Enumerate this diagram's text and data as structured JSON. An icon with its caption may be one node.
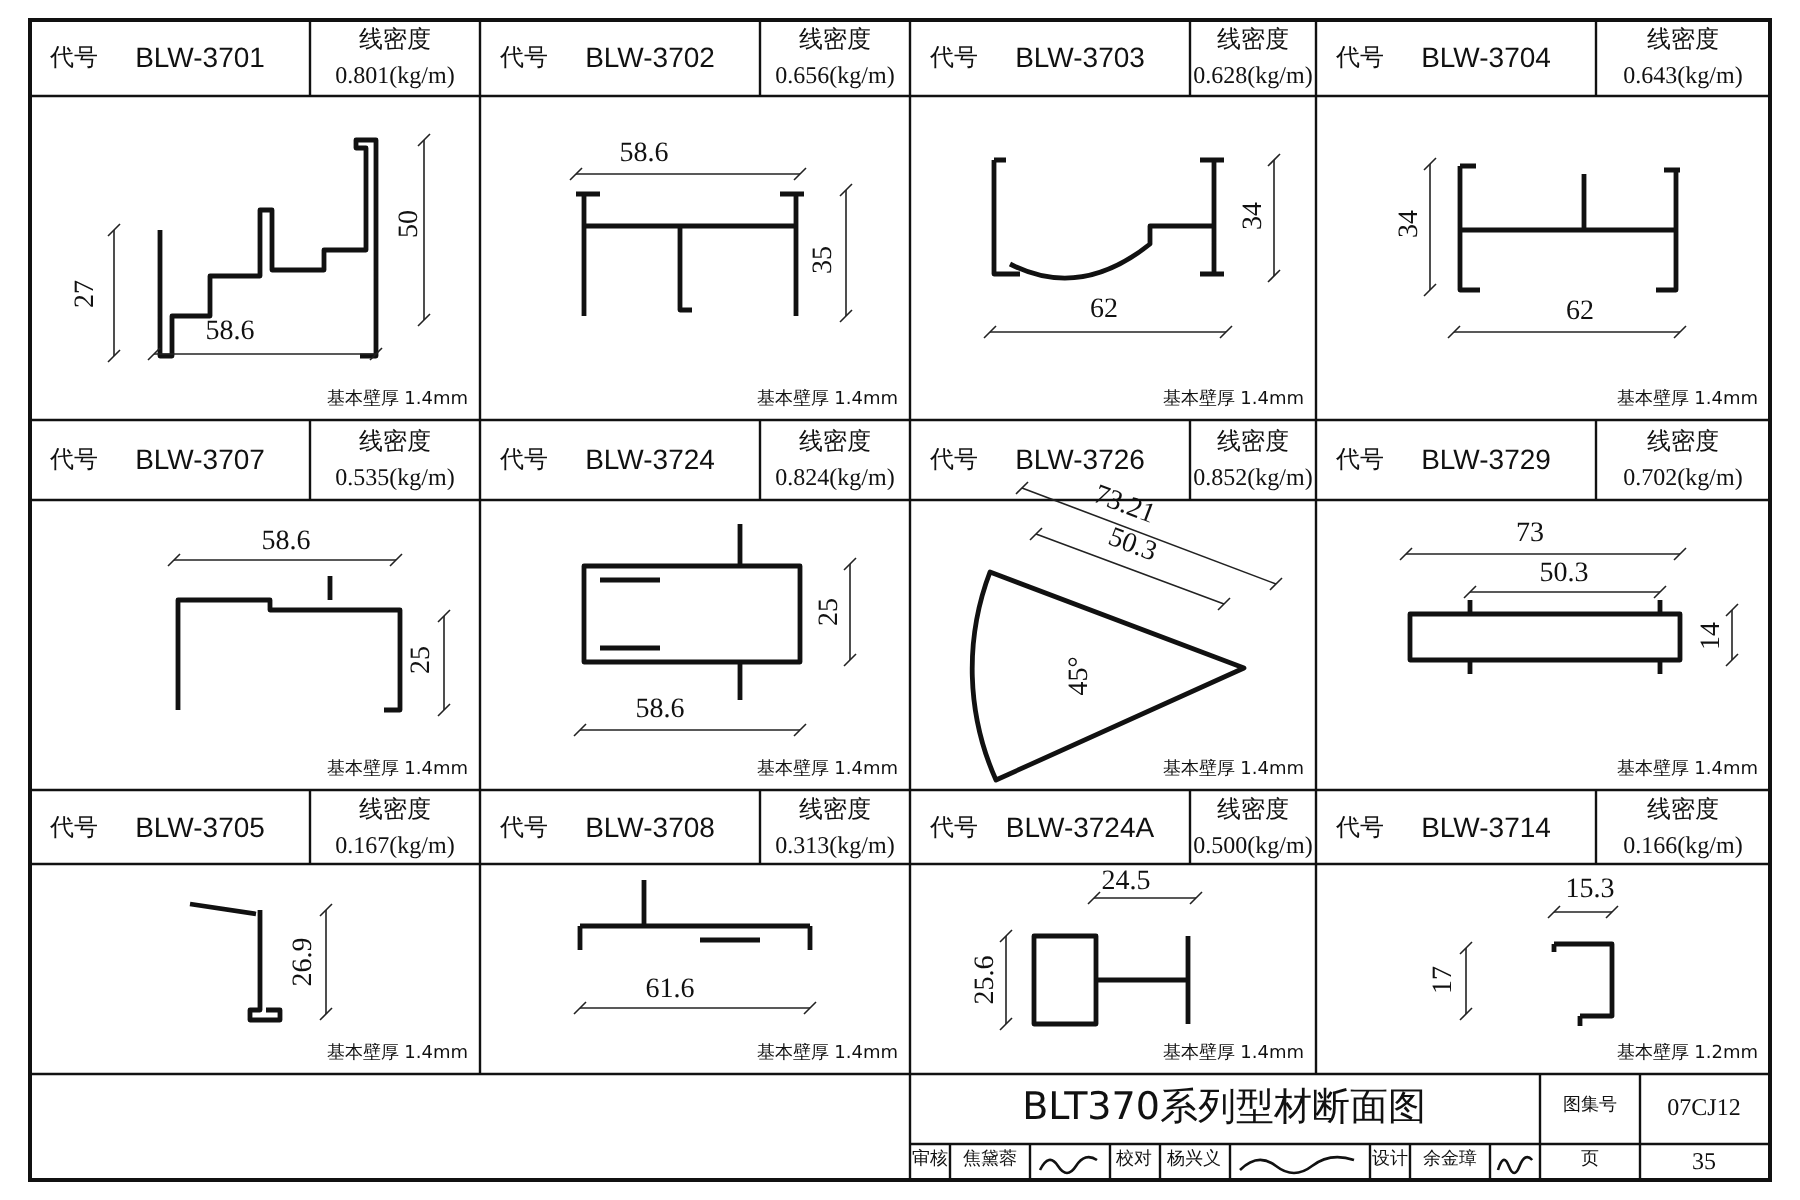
{
  "diagram": {
    "title": "BLT370系列型材断面图",
    "labels": [
      "代号",
      "BLW-3701",
      "线密度",
      "0.801(kg/m)",
      "代号",
      "BLW-3702",
      "线密度",
      "0.656(kg/m)",
      "代号",
      "BLW-3703",
      "线密度",
      "0.628(kg/m)",
      "代号",
      "BLW-3704",
      "线密度",
      "0.643(kg/m)",
      "27",
      "58.6",
      "50",
      "基本壁厚 1.4mm",
      "58.6",
      "35",
      "基本壁厚 1.4mm",
      "34",
      "62",
      "基本壁厚 1.4mm",
      "34",
      "62",
      "基本壁厚 1.4mm",
      "代号",
      "BLW-3707",
      "线密度",
      "0.535(kg/m)",
      "代号",
      "BLW-3724",
      "线密度",
      "0.824(kg/m)",
      "代号",
      "BLW-3726",
      "线密度",
      "0.852(kg/m)",
      "代号",
      "BLW-3729",
      "线密度",
      "0.702(kg/m)",
      "58.6",
      "25",
      "基本壁厚 1.4mm",
      "25",
      "58.6",
      "基本壁厚 1.4mm",
      "73.21",
      "50.3",
      "45°",
      "基本壁厚 1.4mm",
      "73",
      "50.3",
      "14",
      "基本壁厚 1.4mm",
      "代号",
      "BLW-3705",
      "线密度",
      "0.167(kg/m)",
      "代号",
      "BLW-3708",
      "线密度",
      "0.313(kg/m)",
      "代号",
      "BLW-3724A",
      "线密度",
      "0.500(kg/m)",
      "代号",
      "BLW-3714",
      "线密度",
      "0.166(kg/m)",
      "26.9",
      "基本壁厚 1.4mm",
      "61.6",
      "基本壁厚 1.4mm",
      "24.5",
      "25.6",
      "基本壁厚 1.4mm",
      "15.3",
      "17",
      "基本壁厚 1.2mm",
      "图集号",
      "07CJ12",
      "审核",
      "焦黛蓉",
      "校对",
      "杨兴义",
      "设计",
      "余金璋",
      "页",
      "35"
    ]
  }
}
